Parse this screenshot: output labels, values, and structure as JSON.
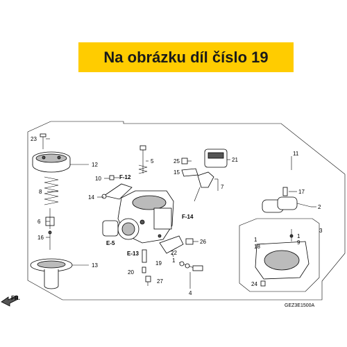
{
  "banner": {
    "text": "Na obrázku díl číslo 19",
    "color": "#ffcc00"
  },
  "diagram": {
    "frame_color": "#000000",
    "callouts": {
      "c1a": "1",
      "c1b": "1",
      "c1c": "1",
      "c2": "2",
      "c3": "3",
      "c4": "4",
      "c5": "5",
      "c6": "6",
      "c7": "7",
      "c8": "8",
      "c9": "9",
      "c10": "10",
      "c11": "11",
      "c12": "12",
      "c13": "13",
      "c14": "14",
      "c15": "15",
      "c16": "16",
      "c17": "17",
      "c18": "18",
      "c19": "19",
      "c20": "20",
      "c21": "21",
      "c22": "22",
      "c23": "23",
      "c24": "24",
      "c25": "25",
      "c26": "26",
      "c27": "27"
    },
    "refs": {
      "f12": "F-12",
      "f14": "F-14",
      "e5": "E-5",
      "e13": "E-13"
    },
    "front_marker": "FR.",
    "drawing_code": "GEZ3E1500A"
  }
}
